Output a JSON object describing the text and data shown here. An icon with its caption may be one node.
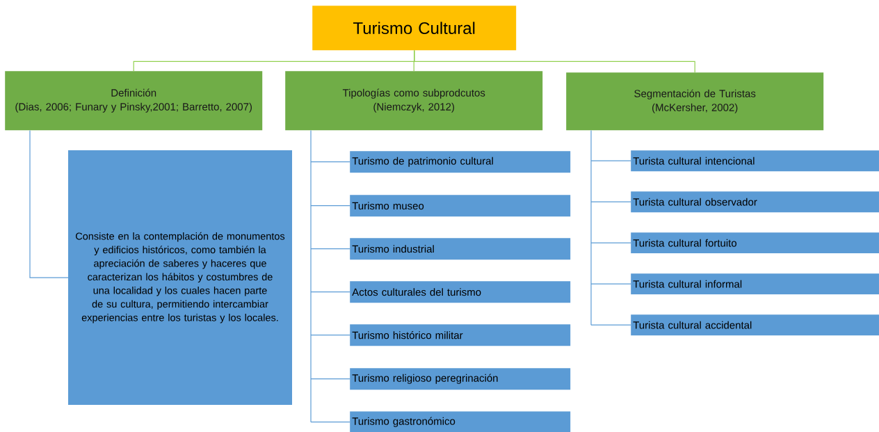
{
  "diagram": {
    "nodes": [
      {
        "text": [
          "Turismo Cultural"
        ]
      },
      {
        "text": [
          "Definición",
          "(Dias, 2006; Funary y Pinsky,2001; Barretto, 2007)"
        ]
      },
      {
        "text": [
          "Tipologías como subprodcutos",
          "(Niemczyk, 2012)"
        ]
      },
      {
        "text": [
          "Segmentación de Turistas",
          "(McKersher, 2002)"
        ]
      },
      {
        "text": [
          "Consiste en la contemplación de monumentos y edificios históricos, como también la apreciación de saberes y haceres que caracterizan los hábitos y costumbres de una localidad y los cuales hacen parte de su cultura, permitiendo intercambiar experiencias entre los turistas y los locales."
        ]
      },
      {
        "text": [
          "Turismo de patrimonio cultural"
        ]
      },
      {
        "text": [
          "Turismo museo"
        ]
      },
      {
        "text": [
          "Turismo industrial"
        ]
      },
      {
        "text": [
          "Actos culturales del turismo"
        ]
      },
      {
        "text": [
          "Turismo histórico militar"
        ]
      },
      {
        "text": [
          "Turismo religioso peregrinación"
        ]
      },
      {
        "text": [
          "Turismo gastronómico"
        ]
      },
      {
        "text": [
          "Turista cultural intencional"
        ]
      },
      {
        "text": [
          "Turista cultural observador"
        ]
      },
      {
        "text": [
          "Turista cultural fortuito"
        ]
      },
      {
        "text": [
          "Turista cultural informal"
        ]
      },
      {
        "text": [
          "Turista cultural accidental"
        ]
      }
    ],
    "edges": [
      {
        "from": 0,
        "to": 1,
        "arrow": "none",
        "color": "#92d050"
      },
      {
        "from": 0,
        "to": 2,
        "arrow": "none",
        "color": "#92d050"
      },
      {
        "from": 0,
        "to": 3,
        "arrow": "none",
        "color": "#92d050"
      },
      {
        "from": 1,
        "to": 4,
        "arrow": "none",
        "color": "#5b9bd5"
      },
      {
        "from": 2,
        "to": 5,
        "arrow": "none",
        "color": "#5b9bd5"
      },
      {
        "from": 2,
        "to": 6,
        "arrow": "none",
        "color": "#5b9bd5"
      },
      {
        "from": 2,
        "to": 7,
        "arrow": "none",
        "color": "#5b9bd5"
      },
      {
        "from": 2,
        "to": 8,
        "arrow": "none",
        "color": "#5b9bd5"
      },
      {
        "from": 2,
        "to": 9,
        "arrow": "none",
        "color": "#5b9bd5"
      },
      {
        "from": 2,
        "to": 10,
        "arrow": "none",
        "color": "#5b9bd5"
      },
      {
        "from": 2,
        "to": 11,
        "arrow": "none",
        "color": "#5b9bd5"
      },
      {
        "from": 3,
        "to": 12,
        "arrow": "none",
        "color": "#5b9bd5"
      },
      {
        "from": 3,
        "to": 13,
        "arrow": "none",
        "color": "#5b9bd5"
      },
      {
        "from": 3,
        "to": 14,
        "arrow": "none",
        "color": "#5b9bd5"
      },
      {
        "from": 3,
        "to": 15,
        "arrow": "none",
        "color": "#5b9bd5"
      },
      {
        "from": 3,
        "to": 16,
        "arrow": "none",
        "color": "#5b9bd5"
      }
    ]
  }
}
